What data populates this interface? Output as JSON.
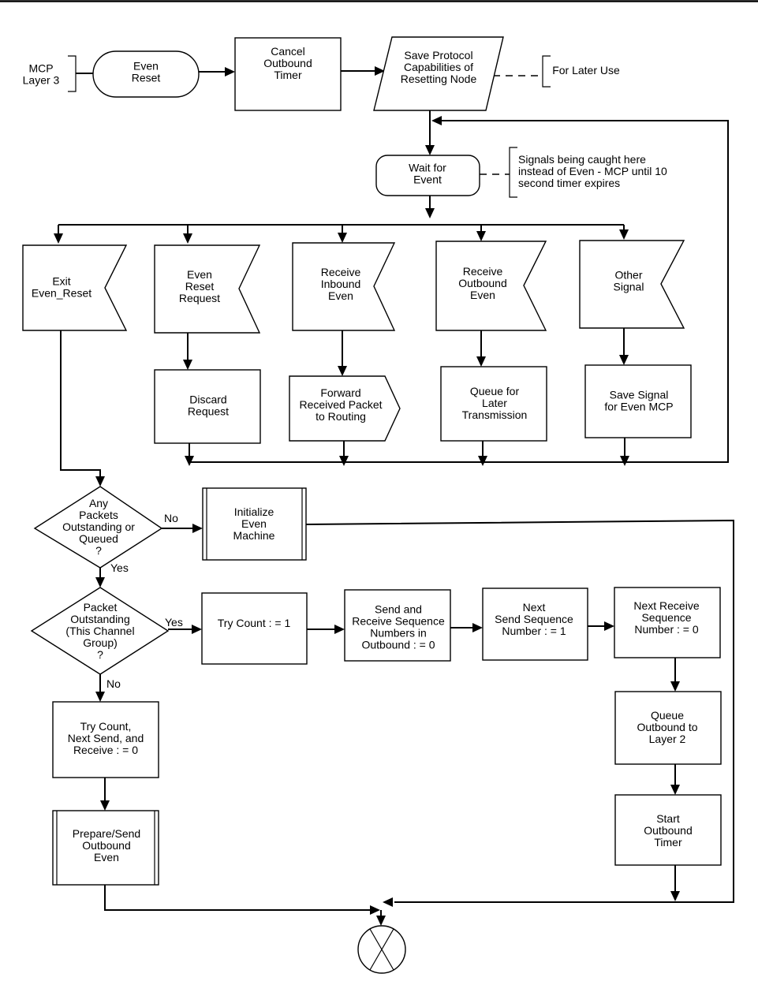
{
  "nodes": {
    "mcp_layer3": [
      "MCP",
      "Layer 3"
    ],
    "even_reset": [
      "Even",
      "Reset"
    ],
    "cancel_timer": [
      "Cancel",
      "Outbound",
      "Timer"
    ],
    "save_protocol": [
      "Save Protocol",
      "Capabilities of",
      "Resetting Node"
    ],
    "later_use": [
      "For Later Use"
    ],
    "wait_event": [
      "Wait for",
      "Event"
    ],
    "signals_note": [
      "Signals being caught here",
      "instead of Even - MCP until 10",
      "second timer expires"
    ],
    "exit_reset": [
      "Exit",
      "Even_Reset"
    ],
    "reset_request": [
      "Even",
      "Reset",
      "Request"
    ],
    "recv_inbound": [
      "Receive",
      "Inbound",
      "Even"
    ],
    "recv_outbound": [
      "Receive",
      "Outbound",
      "Even"
    ],
    "other_signal": [
      "Other",
      "Signal"
    ],
    "discard": [
      "Discard",
      "Request"
    ],
    "forward": [
      "Forward",
      "Received Packet",
      "to Routing"
    ],
    "queue_later": [
      "Queue for",
      "Later",
      "Transmission"
    ],
    "save_signal": [
      "Save Signal",
      "for Even MCP"
    ],
    "any_packets": [
      "Any",
      "Packets",
      "Outstanding or",
      "Queued",
      "?"
    ],
    "init_machine": [
      "Initialize",
      "Even",
      "Machine"
    ],
    "packet_outstanding": [
      "Packet",
      "Outstanding",
      "(This Channel",
      "Group)",
      "?"
    ],
    "try_count": [
      "Try Count : = 1"
    ],
    "send_recv_seq": [
      "Send and",
      "Receive Sequence",
      "Numbers in",
      "Outbound : = 0"
    ],
    "next_send": [
      "Next",
      "Send Sequence",
      "Number : = 1"
    ],
    "next_recv": [
      "Next Receive",
      "Sequence",
      "Number : = 0"
    ],
    "queue_l2": [
      "Queue",
      "Outbound to",
      "Layer 2"
    ],
    "start_timer": [
      "Start",
      "Outbound",
      "Timer"
    ],
    "try_next": [
      "Try Count,",
      "Next Send, and",
      "Receive : = 0"
    ],
    "prepare_send": [
      "Prepare/Send",
      "Outbound",
      "Even"
    ]
  },
  "labels": {
    "no1": "No",
    "yes1": "Yes",
    "yes2": "Yes",
    "no2": "No"
  }
}
